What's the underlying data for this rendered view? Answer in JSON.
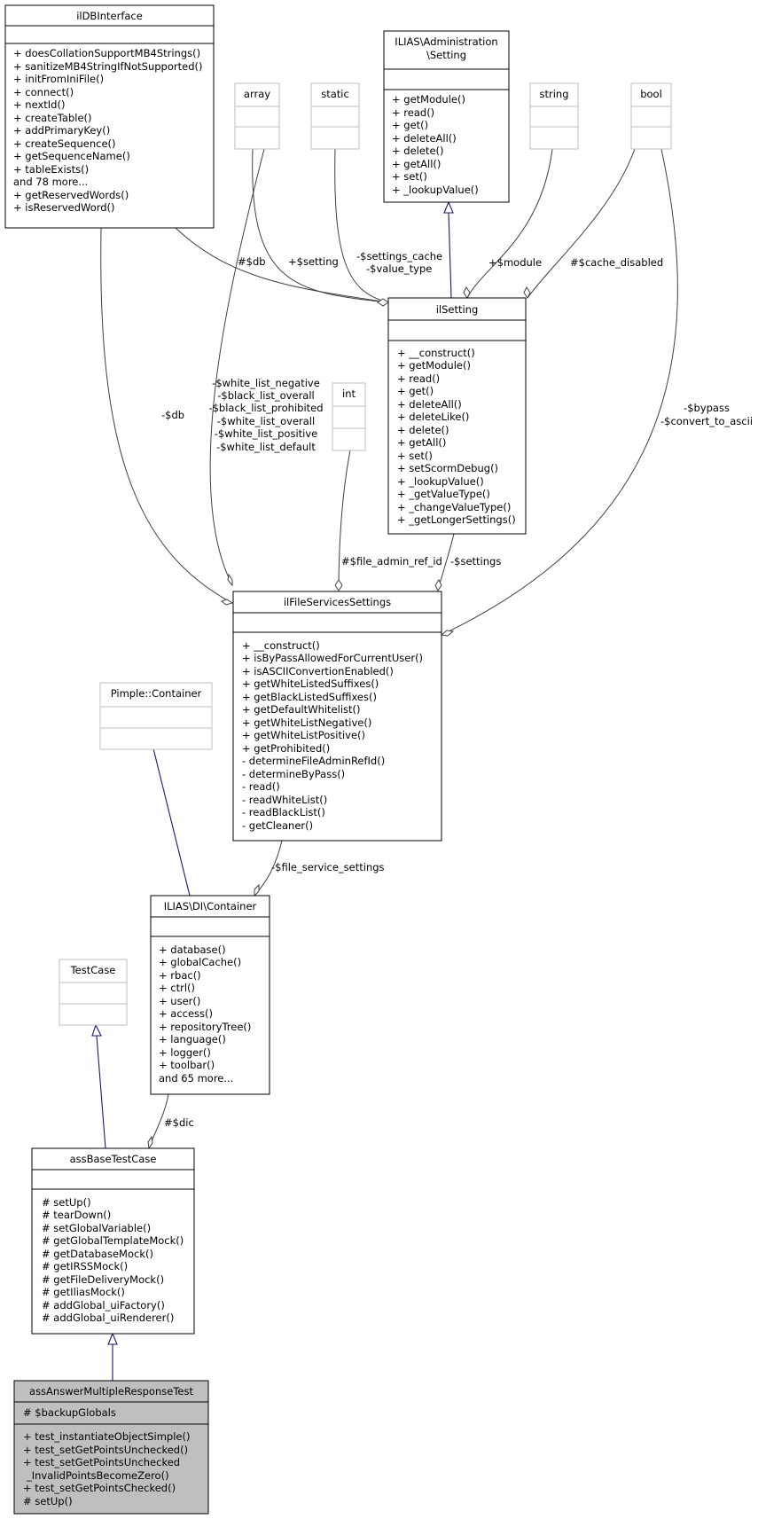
{
  "classes": {
    "ildb": {
      "title": "ilDBInterface",
      "attributes": [],
      "methods": [
        "+ doesCollationSupportMB4Strings()",
        "+ sanitizeMB4StringIfNotSupported()",
        "+ initFromIniFile()",
        "+ connect()",
        "+ nextId()",
        "+ createTable()",
        "+ addPrimaryKey()",
        "+ createSequence()",
        "+ getSequenceName()",
        "+ tableExists()",
        "and 78 more...",
        "+ getReservedWords()",
        "+ isReservedWord()"
      ]
    },
    "array": {
      "title": "array"
    },
    "static": {
      "title": "static"
    },
    "adminsetting": {
      "title_lines": [
        "ILIAS\\Administration",
        "\\Setting"
      ],
      "attributes": [],
      "methods": [
        "+ getModule()",
        "+ read()",
        "+ get()",
        "+ deleteAll()",
        "+ delete()",
        "+ getAll()",
        "+ set()",
        "+ _lookupValue()"
      ]
    },
    "string": {
      "title": "string"
    },
    "bool": {
      "title": "bool"
    },
    "ilsetting": {
      "title": "ilSetting",
      "attributes": [],
      "methods": [
        "+ __construct()",
        "+ getModule()",
        "+ read()",
        "+ get()",
        "+ deleteAll()",
        "+ deleteLike()",
        "+ delete()",
        "+ getAll()",
        "+ set()",
        "+ setScormDebug()",
        "+ _lookupValue()",
        "+ _getValueType()",
        "+ _changeValueType()",
        "+ _getLongerSettings()"
      ]
    },
    "int": {
      "title": "int"
    },
    "filesettings": {
      "title": "ilFileServicesSettings",
      "attributes": [],
      "methods": [
        "+ __construct()",
        "+ isByPassAllowedForCurrentUser()",
        "+ isASCIIConvertionEnabled()",
        "+ getWhiteListedSuffixes()",
        "+ getBlackListedSuffixes()",
        "+ getDefaultWhitelist()",
        "+ getWhiteListNegative()",
        "+ getWhiteListPositive()",
        "+ getProhibited()",
        "- determineFileAdminRefId()",
        "- determineByPass()",
        "- read()",
        "- readWhiteList()",
        "- readBlackList()",
        "- getCleaner()"
      ]
    },
    "pimple": {
      "title": "Pimple::Container"
    },
    "container": {
      "title": "ILIAS\\DI\\Container",
      "attributes": [],
      "methods": [
        "+ database()",
        "+ globalCache()",
        "+ rbac()",
        "+ ctrl()",
        "+ user()",
        "+ access()",
        "+ repositoryTree()",
        "+ language()",
        "+ logger()",
        "+ toolbar()",
        "and 65 more..."
      ]
    },
    "testcase": {
      "title": "TestCase"
    },
    "basetest": {
      "title": "assBaseTestCase",
      "attributes": [],
      "methods": [
        "# setUp()",
        "# tearDown()",
        "# setGlobalVariable()",
        "# getGlobalTemplateMock()",
        "# getDatabaseMock()",
        "# getIRSSMock()",
        "# getFileDeliveryMock()",
        "# getIliasMock()",
        "# addGlobal_uiFactory()",
        "# addGlobal_uiRenderer()"
      ]
    },
    "mrtest": {
      "title": "assAnswerMultipleResponseTest",
      "attributes": [
        "# $backupGlobals"
      ],
      "methods": [
        "+ test_instantiateObjectSimple()",
        "+ test_setGetPointsUnchecked()",
        "+ test_setGetPointsUnchecked",
        "_InvalidPointsBecomeZero()",
        "+ test_setGetPointsChecked()",
        "# setUp()"
      ]
    }
  },
  "edge_labels": {
    "db_setting": "#$db",
    "array_setting": "+$setting",
    "static_setting": [
      "-$settings_cache",
      "-$value_type"
    ],
    "string_setting": "+$module",
    "bool_setting": "#$cache_disabled",
    "db_file": "-$db",
    "array_file": [
      "-$white_list_negative",
      "-$black_list_overall",
      "-$black_list_prohibited",
      "-$white_list_overall",
      "-$white_list_positive",
      "-$white_list_default"
    ],
    "bool_file": [
      "-$bypass",
      "-$convert_to_ascii"
    ],
    "int_file": "#$file_admin_ref_id",
    "setting_file": "-$settings",
    "file_container": "-$file_service_settings",
    "container_base": "#$dic"
  }
}
